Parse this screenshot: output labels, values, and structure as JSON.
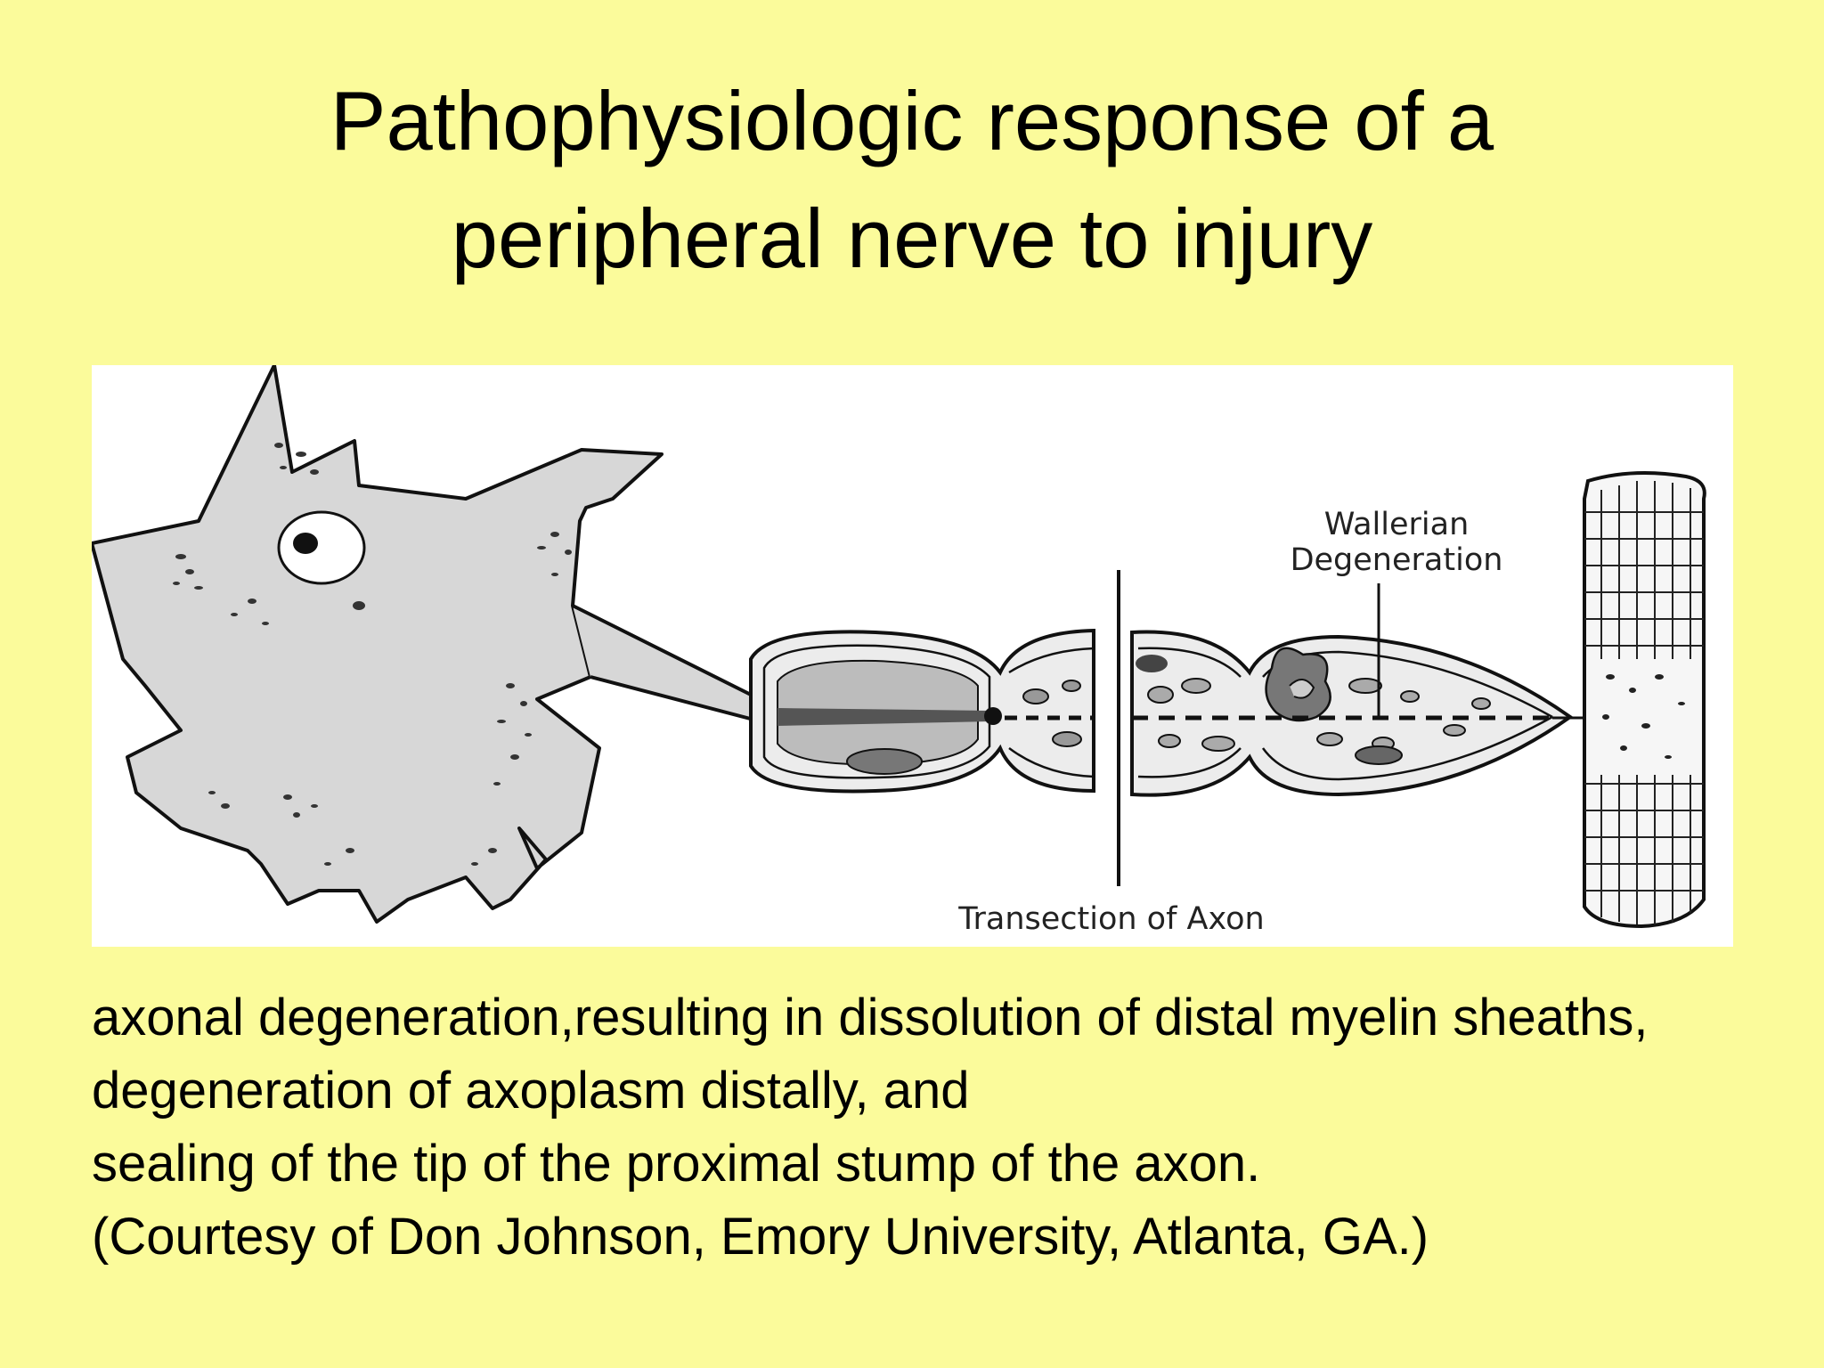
{
  "slide": {
    "title_line1": "Pathophysiologic response of a",
    "title_line2": "peripheral nerve to injury",
    "background": "#FBFB9B"
  },
  "diagram": {
    "labels": {
      "wallerian_line1": "Wallerian",
      "wallerian_line2": "Degeneration",
      "transection": "Transection of Axon"
    }
  },
  "caption": {
    "line1": "axonal degeneration,resulting in dissolution of distal myelin sheaths,",
    "line2": "degeneration of axoplasm distally, and",
    "line3": "sealing of the tip of the proximal stump of the axon.",
    "line4": "(Courtesy of Don Johnson, Emory University, Atlanta, GA.)"
  }
}
